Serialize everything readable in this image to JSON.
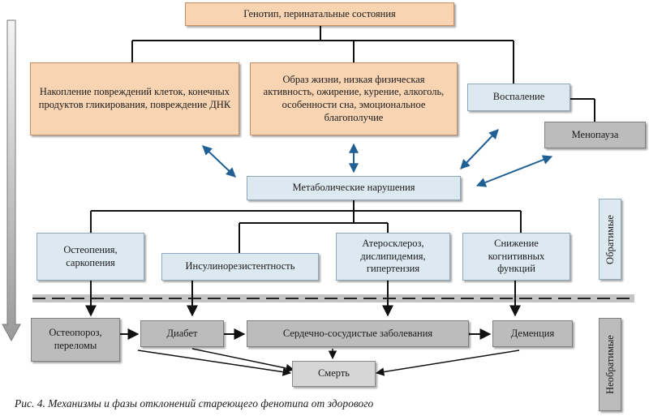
{
  "boxes": {
    "genotype": "Генотип, перинатальные состояния",
    "damage": "Накопление повреждений клеток, конечных продуктов гликирования, повреждение ДНК",
    "lifestyle": "Образ жизни, низкая физическая активность, ожирение, курение, алкоголь, особенности сна, эмоциональное благополучие",
    "inflammation": "Воспаление",
    "menopause": "Менопауза",
    "metabolic": "Метаболические нарушения",
    "osteopenia": "Остеопения, саркопения",
    "insulin": "Инсулинорезистентность",
    "atherosclerosis": "Атеросклероз, дислипидемия, гипертензия",
    "cognitive": "Снижение когнитивных функций",
    "osteoporosis": "Остеопороз, переломы",
    "diabetes": "Диабет",
    "cardio": "Сердечно-сосудистые заболевания",
    "dementia": "Деменция",
    "death": "Смерть"
  },
  "labels": {
    "reversible": "Обратимые",
    "irreversible": "Необратимые"
  },
  "caption": "Рис. 4. Механизмы и фазы отклонений стареющего фенотипа от здорового",
  "colors": {
    "peach": "#f9d4b2",
    "light_blue": "#dde9f1",
    "gray": "#bcbcbc",
    "arrow_blue": "#1f5f94"
  }
}
